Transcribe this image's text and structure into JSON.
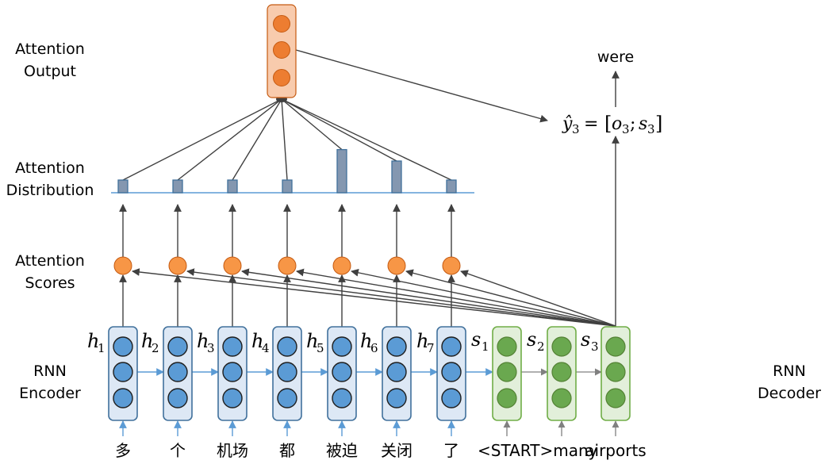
{
  "labels": {
    "attention_output": [
      "Attention",
      "Output"
    ],
    "attention_distribution": [
      "Attention",
      "Distribution"
    ],
    "attention_scores": [
      "Attention",
      "Scores"
    ],
    "rnn_encoder": [
      "RNN",
      "Encoder"
    ],
    "rnn_decoder": [
      "RNN",
      "Decoder"
    ]
  },
  "encoder": {
    "hidden_labels": [
      {
        "base": "h",
        "sub": "1"
      },
      {
        "base": "h",
        "sub": "2"
      },
      {
        "base": "h",
        "sub": "3"
      },
      {
        "base": "h",
        "sub": "4"
      },
      {
        "base": "h",
        "sub": "5"
      },
      {
        "base": "h",
        "sub": "6"
      },
      {
        "base": "h",
        "sub": "7"
      }
    ],
    "tokens": [
      "多",
      "个",
      "机场",
      "都",
      "被迫",
      "关闭",
      "了"
    ]
  },
  "decoder": {
    "state_labels": [
      {
        "base": "s",
        "sub": "1"
      },
      {
        "base": "s",
        "sub": "2"
      },
      {
        "base": "s",
        "sub": "3"
      }
    ],
    "tokens": [
      "<START>",
      "many",
      "airports"
    ]
  },
  "attention_distribution": [
    0.1,
    0.1,
    0.1,
    0.1,
    0.34,
    0.25,
    0.1
  ],
  "output": {
    "word": "were",
    "formula": {
      "lhs": "ŷ",
      "lhs_sub": "3",
      "eq": "=",
      "o": "o",
      "o_sub": "3",
      "s": "s",
      "s_sub": "3"
    }
  },
  "colors": {
    "encoder_fill": "#dde8f5",
    "encoder_stroke": "#41719c",
    "encoder_node": "#5b9bd5",
    "decoder_fill": "#e2efda",
    "decoder_stroke": "#70ad47",
    "decoder_node": "#6aa84f",
    "output_fill": "#f8cbad",
    "output_stroke": "#c55a11",
    "output_node": "#ed7d31",
    "score_node": "#f79646",
    "bar_fill": "#8497b0",
    "bar_stroke": "#41719c",
    "baseline": "#5b9bd5",
    "arrow": "#404040"
  }
}
